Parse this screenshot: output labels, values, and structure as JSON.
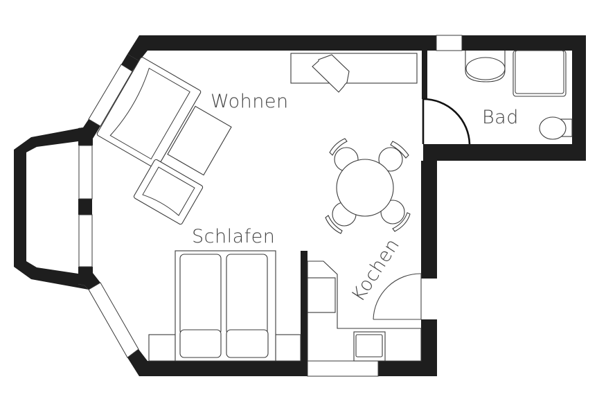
{
  "floorplan": {
    "colors": {
      "wall": "#1e1e1e",
      "line": "#3a3a3a",
      "background": "#ffffff",
      "label": "#444444"
    },
    "rooms": [
      {
        "id": "wohnen",
        "label": "Wohnen"
      },
      {
        "id": "schlafen",
        "label": "Schlafen"
      },
      {
        "id": "bad",
        "label": "Bad"
      },
      {
        "id": "kochen",
        "label": "Kochen"
      }
    ],
    "fixtures": [
      "sofa",
      "coffee-table",
      "armchair",
      "desk",
      "desk-chair",
      "dining-table",
      "dining-chair",
      "dining-chair",
      "dining-chair",
      "dining-chair",
      "double-bed",
      "nightstand",
      "nightstand",
      "toilet",
      "shower-tray",
      "washbasin",
      "kitchen-counter",
      "stove",
      "sink",
      "bay-window",
      "bathroom-door",
      "entrance-door"
    ]
  }
}
